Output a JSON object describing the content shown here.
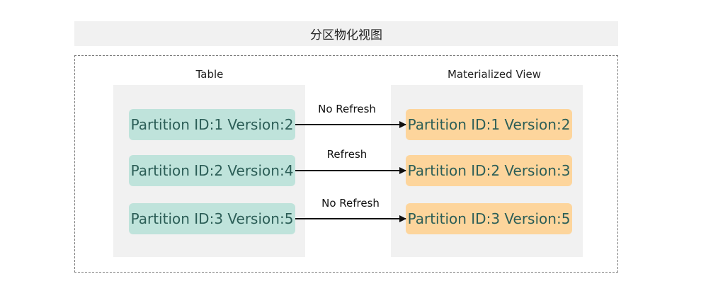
{
  "title": "分区物化视图",
  "table_panel": {
    "label": "Table",
    "partitions": [
      "Partition ID:1 Version:2",
      "Partition ID:2 Version:4",
      "Partition ID:3 Version:5"
    ]
  },
  "mv_panel": {
    "label": "Materialized View",
    "partitions": [
      "Partition ID:1 Version:2",
      "Partition ID:2 Version:3",
      "Partition ID:3 Version:5"
    ]
  },
  "arrows": [
    {
      "label": "No Refresh"
    },
    {
      "label": "Refresh"
    },
    {
      "label": "No Refresh"
    }
  ],
  "colors": {
    "table_box": "#bfe3db",
    "mv_box": "#fdd59c",
    "panel_bg": "#f1f1f1",
    "box_text": "#2c5e57"
  }
}
